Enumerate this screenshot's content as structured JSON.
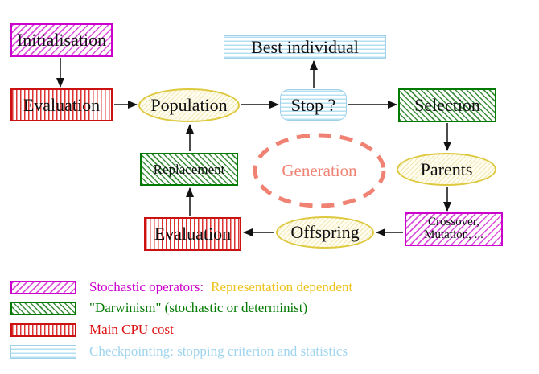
{
  "nodes": {
    "initialisation": "Initialisation",
    "evaluation_top": "Evaluation",
    "population": "Population",
    "best_individual": "Best individual",
    "stop": "Stop ?",
    "selection": "Selection",
    "replacement": "Replacement",
    "generation": "Generation",
    "parents": "Parents",
    "crossover_line1": "Crossover,",
    "crossover_line2": "Mutation, ...",
    "offspring": "Offspring",
    "evaluation_bottom": "Evaluation"
  },
  "legend": {
    "stochastic_label": "Stochastic operators:",
    "stochastic_detail": "Representation dependent",
    "darwinism_label": "\"Darwinism\" (stochastic or determinist)",
    "cpu_label": "Main CPU cost",
    "checkpoint_label": "Checkpointing: stopping criterion and statistics"
  },
  "colors": {
    "magenta": "#cc00cc",
    "red": "#cc1111",
    "green": "#007a00",
    "yellow_border": "#ddc83e",
    "gold_text": "#efc21d",
    "light_blue": "#9fd0e8",
    "salmon": "#f08273",
    "arrow_black": "#111111"
  }
}
